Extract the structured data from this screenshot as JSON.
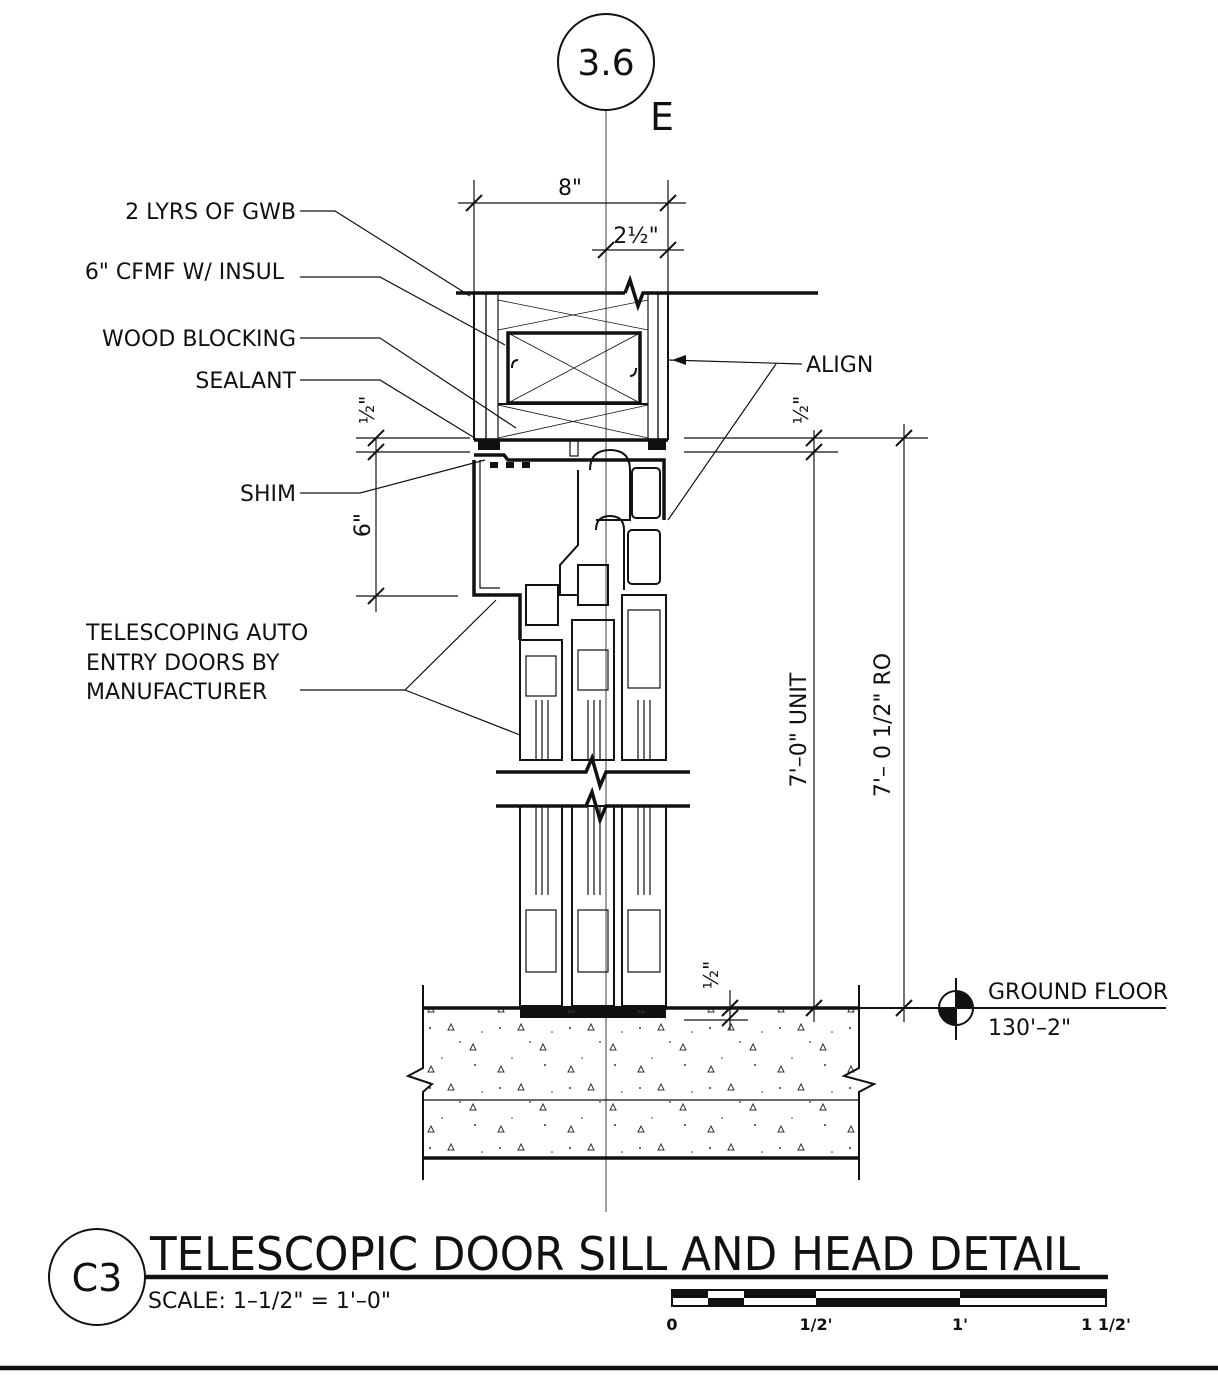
{
  "grid_bubble": {
    "number": "3.6",
    "letter": "E"
  },
  "dimensions": {
    "wall_width": "8\"",
    "offset": "2½\"",
    "half_inch_left_head": "½\"",
    "half_inch_right_head": "½\"",
    "six_inch": "6\"",
    "unit_height": "7'–0\" UNIT",
    "ro_height": "7'– 0 1/2\" RO",
    "half_inch_sill": "½\""
  },
  "callouts": {
    "gwb": "2 LYRS OF GWB",
    "cfmf": "6\" CFMF W/ INSUL",
    "blocking": "WOOD BLOCKING",
    "sealant": "SEALANT",
    "shim": "SHIM",
    "doors_line1": "TELESCOPING AUTO",
    "doors_line2": "ENTRY DOORS BY",
    "doors_line3": "MANUFACTURER",
    "align": "ALIGN"
  },
  "level": {
    "name": "GROUND FLOOR",
    "elevation": "130'–2\""
  },
  "title_block": {
    "detail_id": "C3",
    "title": "TELESCOPIC DOOR SILL AND HEAD DETAIL",
    "scale": "SCALE: 1–1/2\" = 1'–0\""
  },
  "scale_bar": {
    "labels": [
      "0",
      "1/2'",
      "1'",
      "1 1/2'"
    ]
  }
}
